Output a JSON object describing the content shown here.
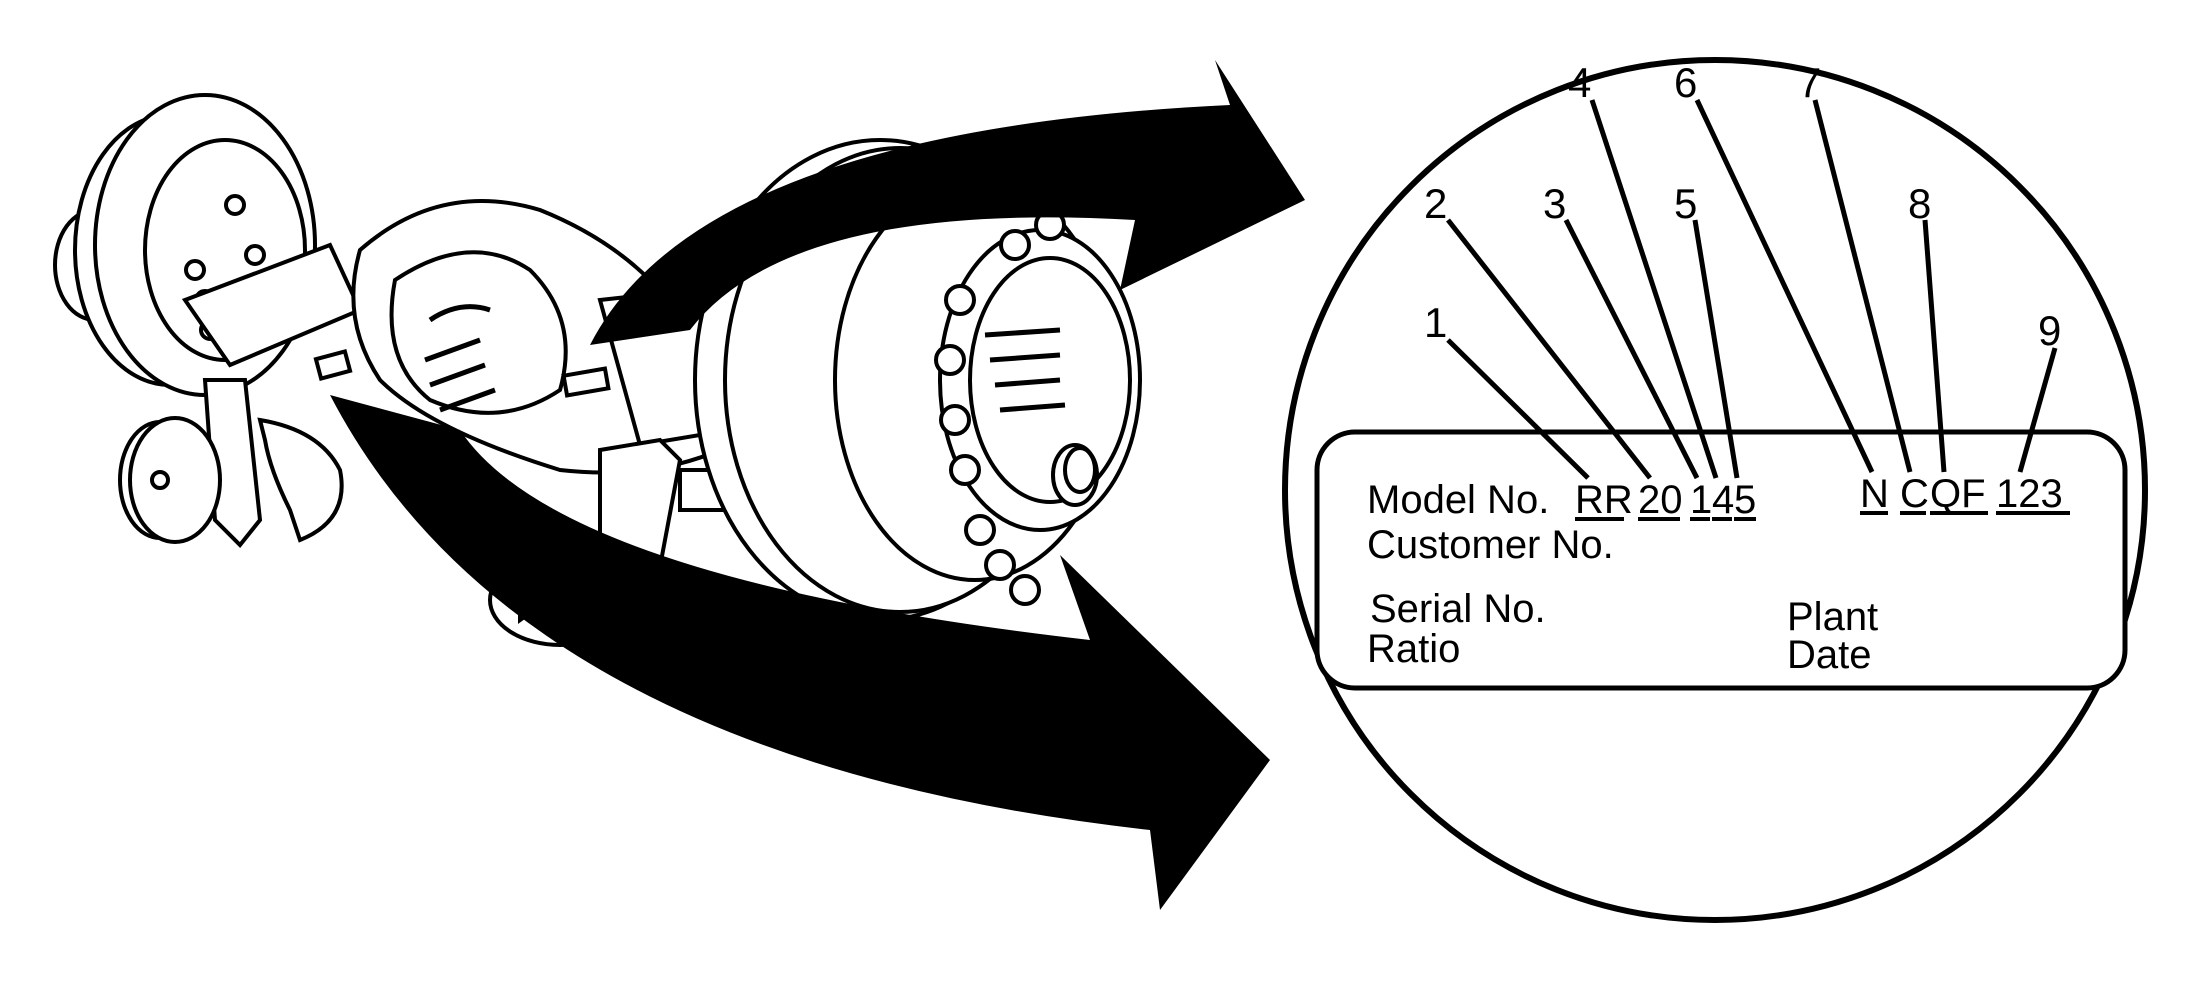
{
  "plate": {
    "model_label": "Model No.",
    "customer_label": "Customer No.",
    "serial_label": "Serial No.",
    "ratio_label": "Ratio",
    "plant_label": "Plant",
    "date_label": "Date",
    "codes": [
      "RR",
      "20",
      "1",
      "4",
      "5",
      "N",
      "C",
      "QF",
      "123"
    ]
  },
  "callouts": [
    "1",
    "2",
    "3",
    "4",
    "5",
    "6",
    "7",
    "8",
    "9"
  ],
  "colors": {
    "ink": "#000000",
    "paper": "#ffffff"
  }
}
